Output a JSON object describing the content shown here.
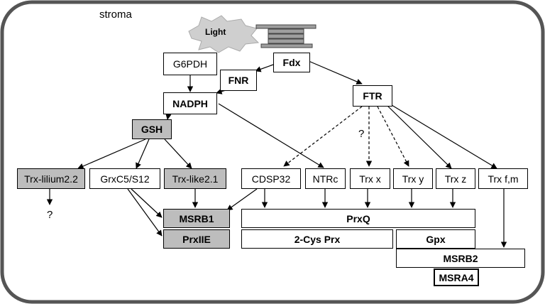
{
  "compartment_label": "stroma",
  "light_label": "Light",
  "nodes": {
    "fdx": "Fdx",
    "g6pdh": "G6PDH",
    "fnr": "FNR",
    "nadph": "NADPH",
    "ftr": "FTR",
    "gsh": "GSH",
    "trx_lilium22": "Trx-lilium2.2",
    "grxc5_s12": "GrxC5/S12",
    "trx_like21": "Trx-like2.1",
    "cdsp32": "CDSP32",
    "ntrc": "NTRc",
    "trx_x": "Trx x",
    "trx_y": "Trx y",
    "trx_z": "Trx z",
    "trx_fm": "Trx f,m",
    "msrb1": "MSRB1",
    "prxiie": "PrxIIE",
    "prxq": "PrxQ",
    "two_cys_prx": "2-Cys Prx",
    "gpx": "Gpx",
    "msrb2": "MSRB2",
    "msra4": "MSRA4"
  },
  "unknown_marks": {
    "ftr_to_trx_x": "?",
    "trx_lilium": "?"
  },
  "colors": {
    "grey_fill": "#bdbdbd",
    "thylakoid_fill": "#9e9e9e",
    "light_burst": "#cfcfcf"
  }
}
